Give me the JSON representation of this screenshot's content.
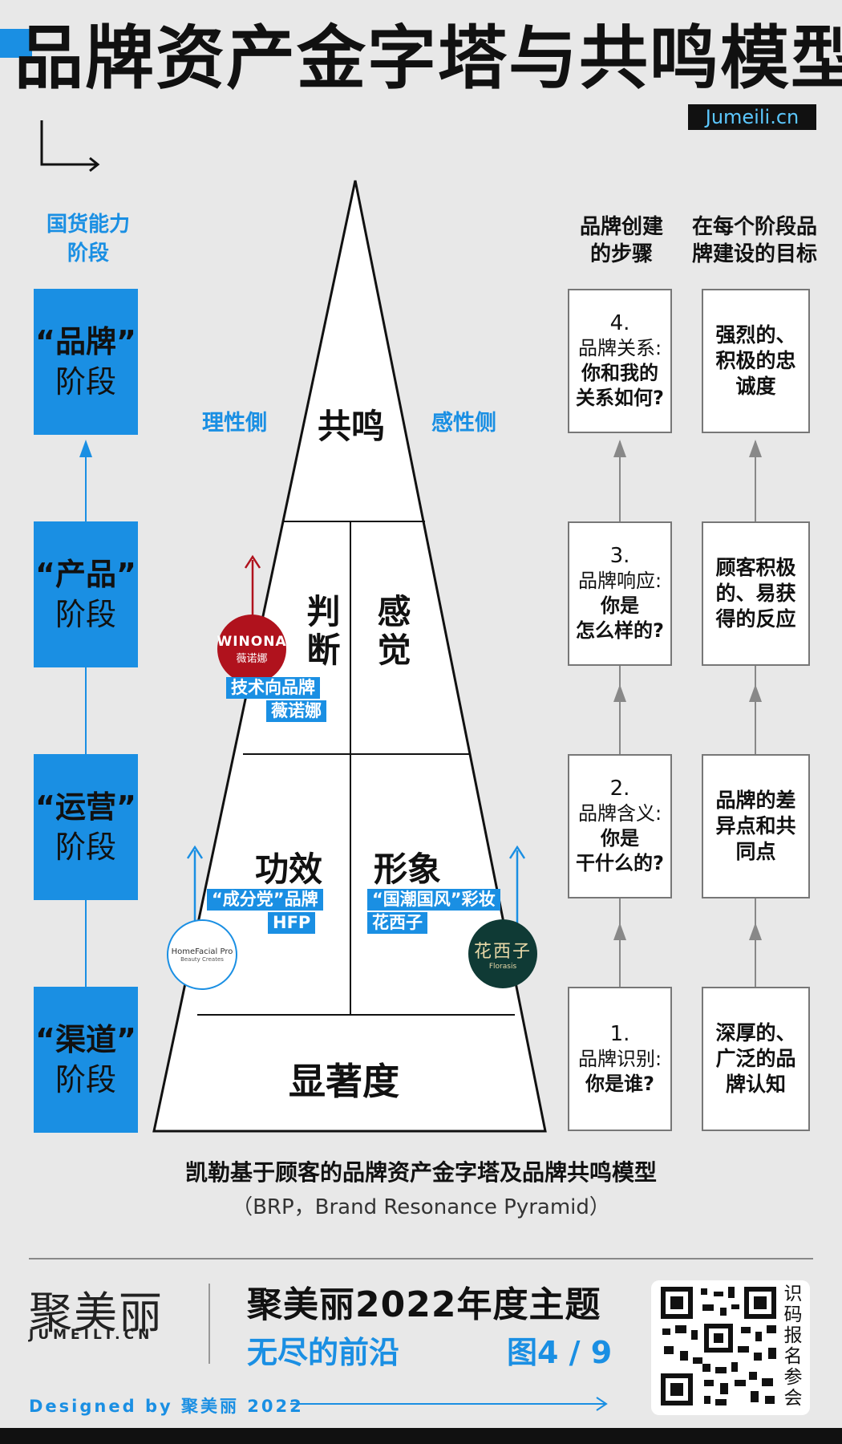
{
  "title": "品牌资产金字塔与共鸣模型",
  "brand_tag": "Jumeili.cn",
  "left_column": {
    "header_line1": "国货能力",
    "header_line2": "阶段",
    "stages": [
      {
        "name": "“品牌”",
        "sub": "阶段"
      },
      {
        "name": "“产品”",
        "sub": "阶段"
      },
      {
        "name": "“运营”",
        "sub": "阶段"
      },
      {
        "name": "“渠道”",
        "sub": "阶段"
      }
    ]
  },
  "pyramid": {
    "rational_label": "理性側",
    "emotional_label": "感性侧",
    "resonance": "共鸣",
    "judgement": "判断",
    "feeling": "感觉",
    "performance": "功效",
    "imagery": "形象",
    "salience": "显著度",
    "tags": {
      "judgement_line1": "技术向品牌",
      "judgement_line2": "薇诺娜",
      "performance_line1": "“成分党”品牌",
      "performance_line2": "HFP",
      "imagery_line1": "“国潮国风”彩妆",
      "imagery_line2": "花西子"
    },
    "logos": {
      "winona_en": "WINONA",
      "winona_cn": "薇诺娜",
      "hfp_line1": "HomeFacial Pro",
      "hfp_line2": "Beauty Creates",
      "florasis_cn": "花西子",
      "florasis_en": "Florasis"
    }
  },
  "right_columns": {
    "steps_header_line1": "品牌创建",
    "steps_header_line2": "的步骤",
    "goals_header_line1": "在每个阶段品",
    "goals_header_line2": "牌建设的目标",
    "steps": [
      {
        "num": "4.",
        "label": "品牌关系:",
        "q1": "你和我的",
        "q2": "关系如何?"
      },
      {
        "num": "3.",
        "label": "品牌响应:",
        "q1": "你是",
        "q2": "怎么样的?"
      },
      {
        "num": "2.",
        "label": "品牌含义:",
        "q1": "你是",
        "q2": "干什么的?"
      },
      {
        "num": "1.",
        "label": "品牌识别:",
        "q1": "你是谁?",
        "q2": ""
      }
    ],
    "goals": [
      "强烈的、积极的忠诚度",
      "顾客积极的、易获得的反应",
      "品牌的差异点和共同点",
      "深厚的、广泛的品牌认知"
    ]
  },
  "caption": {
    "line1": "凯勒基于顾客的品牌资产金字塔及品牌共鸣模型",
    "line2": "（BRP，Brand Resonance Pyramid）"
  },
  "footer": {
    "logo_cn": "聚美丽",
    "logo_en": "JUMEILI.CN",
    "theme": "聚美丽2022年度主题",
    "subtheme": "无尽的前沿",
    "figure": "图4 / 9",
    "designed": "Designed by 聚美丽 2022",
    "qr_text": "识码报名参会"
  },
  "colors": {
    "accent": "#1a8fe3",
    "winona_red": "#b0121d",
    "florasis_green": "#0f3a35"
  }
}
